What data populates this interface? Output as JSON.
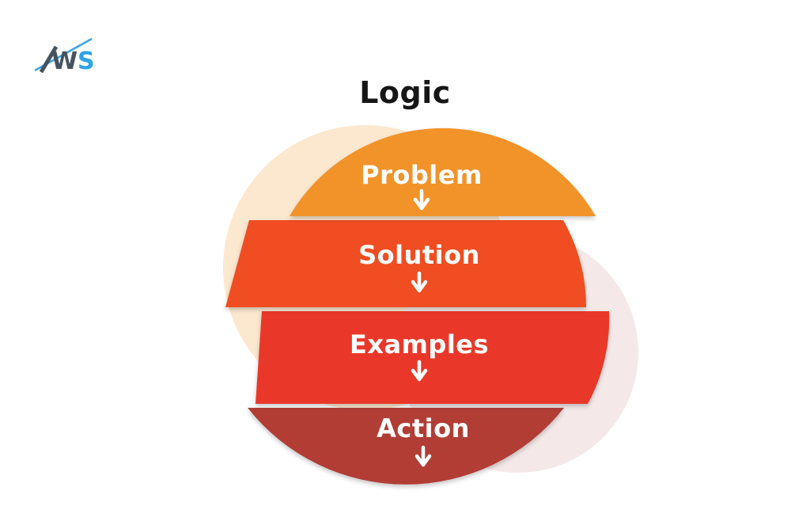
{
  "page": {
    "background": "#ffffff"
  },
  "logo": {
    "text": "WS",
    "letter_w": "W",
    "letter_s": "S",
    "color_w": "#47545f",
    "color_s": "#2ea3e8",
    "swoosh_color": "#3aa5e9"
  },
  "title": "Logic",
  "diagram": {
    "type": "sliced-circle-flow",
    "steps": [
      {
        "label": "Problem",
        "color": "#f2932c"
      },
      {
        "label": "Solution",
        "color": "#f04e22"
      },
      {
        "label": "Examples",
        "color": "#e9382c"
      },
      {
        "label": "Action",
        "color": "#b13c35"
      }
    ],
    "background_circles": [
      {
        "name": "peach",
        "color": "#fce8cf"
      },
      {
        "name": "pink",
        "color": "#f4e9e8"
      }
    ],
    "arrow_color": "#ffffff"
  }
}
